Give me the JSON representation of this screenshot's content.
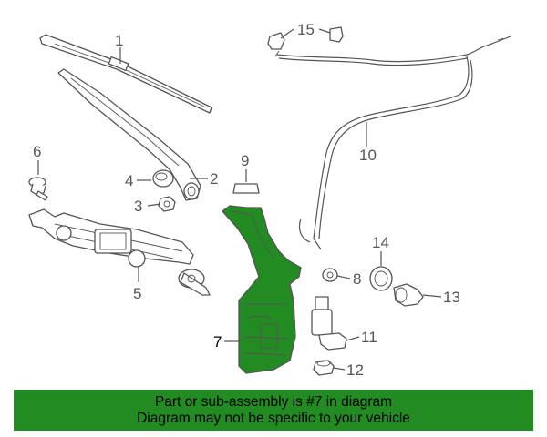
{
  "colors": {
    "highlight": "#228b22",
    "line": "#555555",
    "banner_bg": "#228b22"
  },
  "callouts": {
    "c1": "1",
    "c2": "2",
    "c3": "3",
    "c4": "4",
    "c5": "5",
    "c6": "6",
    "c7": "7",
    "c8": "8",
    "c9": "9",
    "c10": "10",
    "c11": "11",
    "c12": "12",
    "c13": "13",
    "c14": "14",
    "c15": "15"
  },
  "banner": {
    "line1": "Part or sub-assembly is #7 in diagram",
    "line2": "Diagram may not be specific to your vehicle"
  }
}
